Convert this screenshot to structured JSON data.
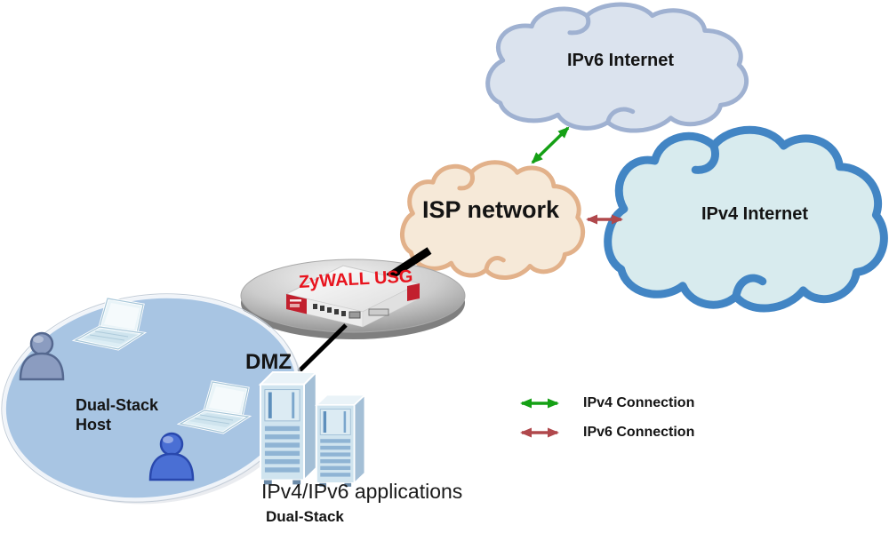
{
  "colors": {
    "cloud_ipv6_fill": "#dbe3ee",
    "cloud_ipv6_stroke": "#9fb1d1",
    "cloud_ipv4_fill": "#d8ebee",
    "cloud_ipv4_stroke": "#4285c4",
    "cloud_isp_fill": "#f6e9d8",
    "cloud_isp_stroke": "#e2b18a",
    "arrow_ipv4": "#15a015",
    "arrow_ipv6": "#b0484c",
    "device_red": "#c2202e",
    "zywall_text": "#e8141e",
    "host_fill": "#a8c5e3",
    "host_stroke": "#f0f4f9",
    "person_gray": "#8b9cc0",
    "person_gray_stroke": "#55688f",
    "person_blue": "#4a6fd4",
    "person_blue_stroke": "#2948ad",
    "laptop_light": "#e9f4f8",
    "laptop_mid": "#a6c6d8",
    "server_front": "#d0e4ef",
    "server_side": "#a4bfd6",
    "server_top": "#eaf3f8",
    "server_stripe": "#8fb4d4",
    "server_slot": "#5e8fbc",
    "label_dark": "#141414"
  },
  "clouds": {
    "ipv6": {
      "label": "IPv6 Internet"
    },
    "ipv4": {
      "label": "IPv4 Internet"
    },
    "isp": {
      "label": "ISP network"
    }
  },
  "device": {
    "label": "ZyWALL USG"
  },
  "labels": {
    "dmz": "DMZ",
    "dual_stack_host": "Dual-Stack\nHost",
    "applications": "IPv4/IPv6 applications",
    "dual_stack": "Dual-Stack"
  },
  "legend": {
    "items": [
      {
        "label": "IPv4 Connection",
        "color": "#15a015"
      },
      {
        "label": "IPv6 Connection",
        "color": "#b0484c"
      }
    ]
  }
}
